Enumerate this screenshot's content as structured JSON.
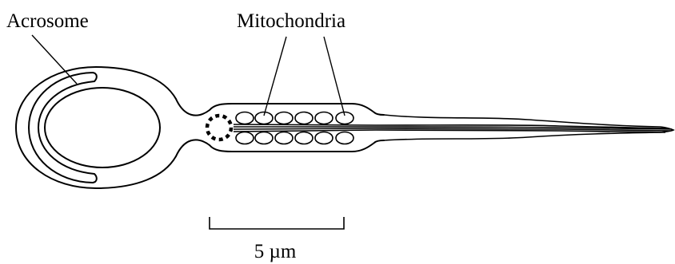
{
  "labels": {
    "acrosome": "Acrosome",
    "mitochondria": "Mitochondria",
    "scale_bar": "5 µm"
  },
  "colors": {
    "stroke": "#000000",
    "background": "#ffffff"
  }
}
